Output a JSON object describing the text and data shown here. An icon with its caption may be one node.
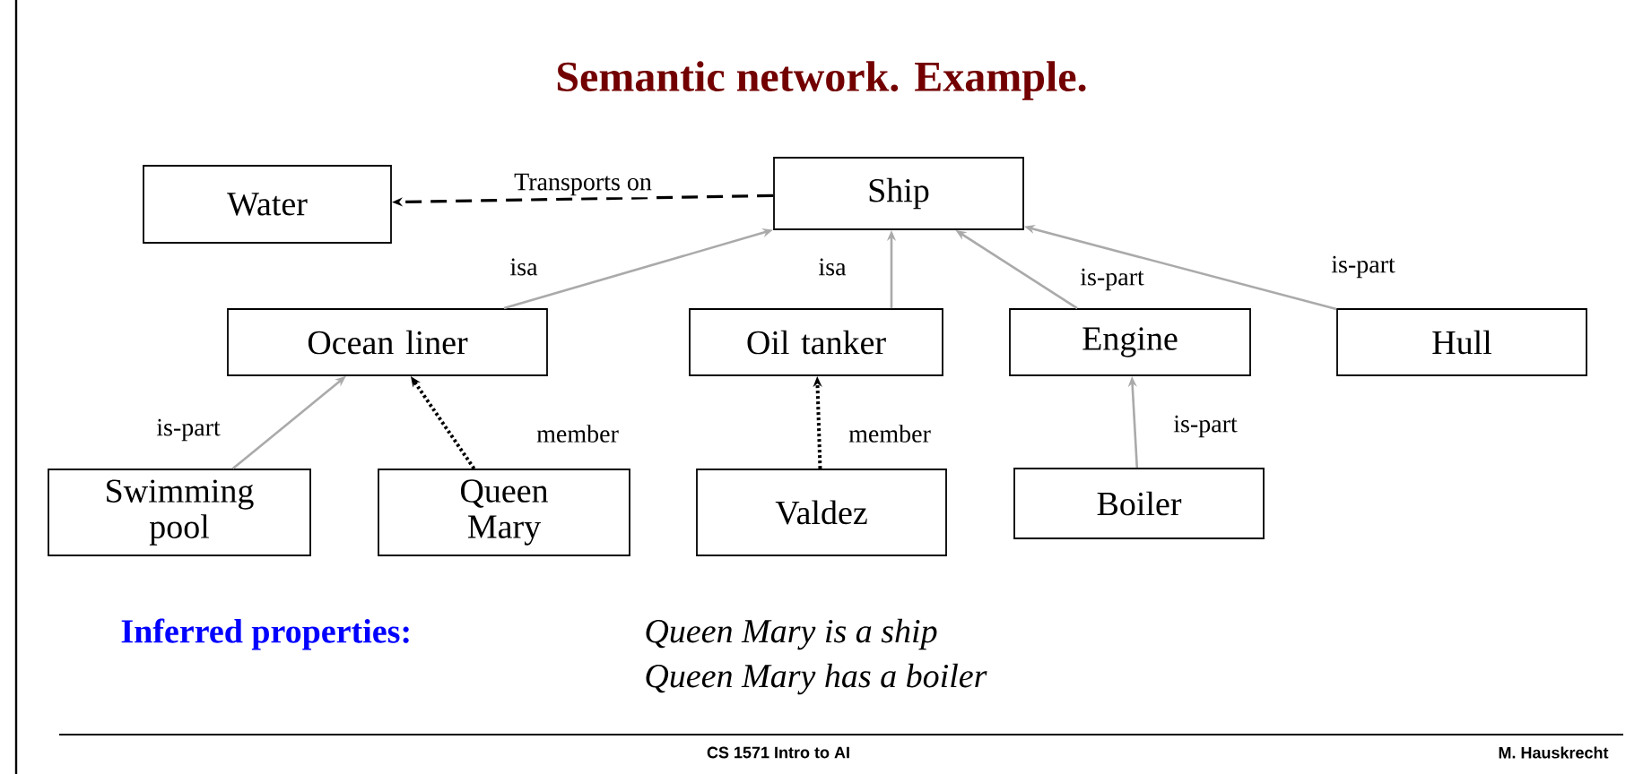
{
  "diagram": {
    "title": "Semantic network. Example.",
    "nodes": [
      {
        "text": [
          "Water"
        ]
      },
      {
        "text": [
          "Ship"
        ]
      },
      {
        "text": [
          "Ocean liner"
        ]
      },
      {
        "text": [
          "Oil tanker"
        ]
      },
      {
        "text": [
          "Engine"
        ]
      },
      {
        "text": [
          "Hull"
        ]
      },
      {
        "text": [
          "Swimming pool"
        ]
      },
      {
        "text": [
          "Queen Mary"
        ]
      },
      {
        "text": [
          "Valdez"
        ]
      },
      {
        "text": [
          "Boiler"
        ]
      }
    ],
    "edges": [
      {
        "from": 1,
        "to": 0,
        "arrow": "to",
        "label": "Transports on",
        "style": "dashed",
        "color": "#000000"
      },
      {
        "from": 2,
        "to": 1,
        "arrow": "to",
        "label": "isa"
      },
      {
        "from": 3,
        "to": 1,
        "arrow": "to",
        "label": "isa"
      },
      {
        "from": 4,
        "to": 1,
        "arrow": "to",
        "label": "is-part"
      },
      {
        "from": 5,
        "to": 1,
        "arrow": "to",
        "label": "is-part"
      },
      {
        "from": 6,
        "to": 2,
        "arrow": "to",
        "label": "is-part"
      },
      {
        "from": 7,
        "to": 2,
        "arrow": "to",
        "label": "member",
        "style": "dashed",
        "color": "#000000"
      },
      {
        "from": 8,
        "to": 3,
        "arrow": "to",
        "label": "member",
        "style": "dashed",
        "color": "#000000"
      },
      {
        "from": 9,
        "to": 4,
        "arrow": "to",
        "label": "is-part"
      }
    ],
    "labels": [
      "Inferred properties:",
      "Queen Mary is a ship",
      "Queen Mary has a boiler",
      "CS 1571 Intro to AI",
      "M. Hauskrecht"
    ]
  }
}
